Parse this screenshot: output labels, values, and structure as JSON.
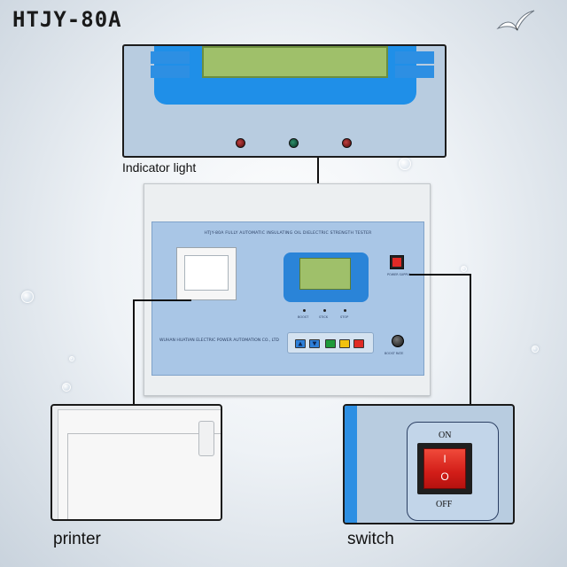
{
  "title": "HTJY-80A",
  "callouts": {
    "indicator_light": "Indicator light",
    "printer": "printer",
    "switch": "switch"
  },
  "device": {
    "caption": "HTJY-80A FULLY AUTOMATIC INSULATING OIL DIELECTRIC STRENGTH TESTER",
    "company": "WUHAN HUATIAN ELECTRIC POWER AUTOMATION CO., LTD",
    "indicator_labels": [
      "BOOST",
      "STICK",
      "STOP"
    ],
    "switch_label": "POWER SUPPLY",
    "knob_label": "BOOST RATE",
    "keypad_colors": [
      "#2d7fd8",
      "#2d7fd8",
      "#1e9a3a",
      "#f2c20f",
      "#e02b24"
    ]
  },
  "switch_zoom": {
    "on_label": "ON",
    "off_label": "OFF",
    "i_symbol": "I",
    "o_symbol": "O"
  },
  "colors": {
    "panel_blue": "#1f8fe8",
    "panel_bg": "#b8cce0",
    "lcd_green": "#9fc06a",
    "switch_red": "#e12a26"
  },
  "icons": {
    "bird": "seagull-icon",
    "leds": [
      "red-led",
      "green-led",
      "red-led"
    ]
  }
}
